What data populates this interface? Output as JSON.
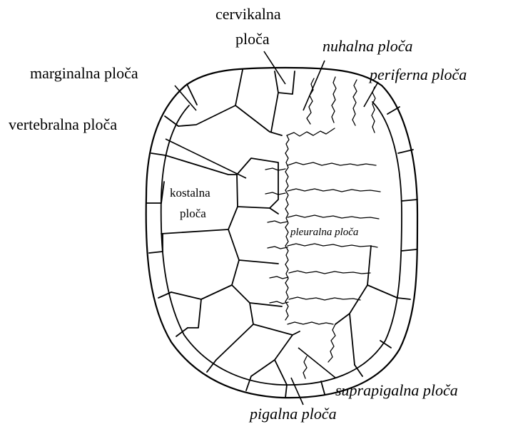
{
  "labels": {
    "cervikalna_line1": "cervikalna",
    "cervikalna_line2": "ploča",
    "nuhalna": "nuhalna ploča",
    "periferna": "periferna ploča",
    "marginalna": "marginalna ploča",
    "vertebralna": "vertebralna ploča",
    "kostalna_line1": "kostalna",
    "kostalna_line2": "ploča",
    "pleuralna": "pleuralna ploča",
    "suprapigalna": "suprapigalna ploča",
    "pigalna": "pigalna ploča"
  },
  "colors": {
    "ink": "#000000",
    "background": "#ffffff"
  }
}
